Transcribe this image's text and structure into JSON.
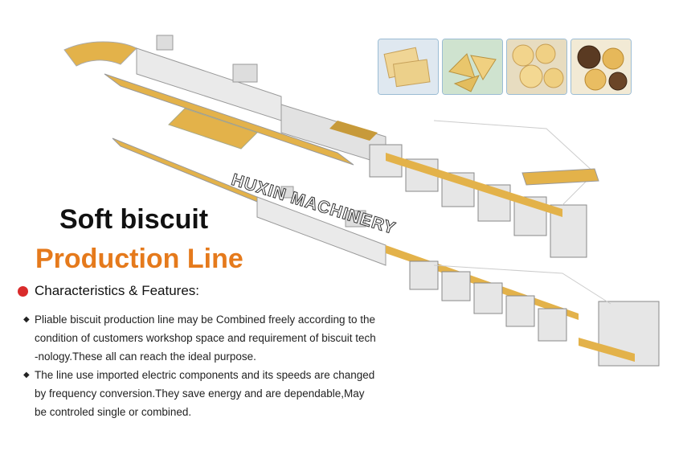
{
  "watermark": "HUXIN MACHINERY",
  "title_line1": "Soft biscuit",
  "title_line2": "Production Line",
  "section_title": "Characteristics & Features:",
  "features": [
    {
      "bullet": "◆",
      "lines": [
        "Pliable biscuit production line may be Combined freely according to the",
        "condition of customers workshop space and requirement of biscuit tech",
        "-nology.These all can reach the ideal purpose."
      ]
    },
    {
      "bullet": "◆",
      "lines": [
        "The line use imported electric components and its speeds are changed",
        "by frequency conversion.They save energy and are dependable,May",
        "be controled single or combined."
      ]
    }
  ],
  "colors": {
    "title_orange": "#e57a1c",
    "bullet_dot": "#d92b2b",
    "conveyor_belt": "#e3b24a",
    "machine_body": "#eaeaea"
  },
  "photos": [
    {
      "icon": "cracker-stack"
    },
    {
      "icon": "triangle-biscuits"
    },
    {
      "icon": "round-crackers"
    },
    {
      "icon": "chocolate-cookies"
    }
  ]
}
